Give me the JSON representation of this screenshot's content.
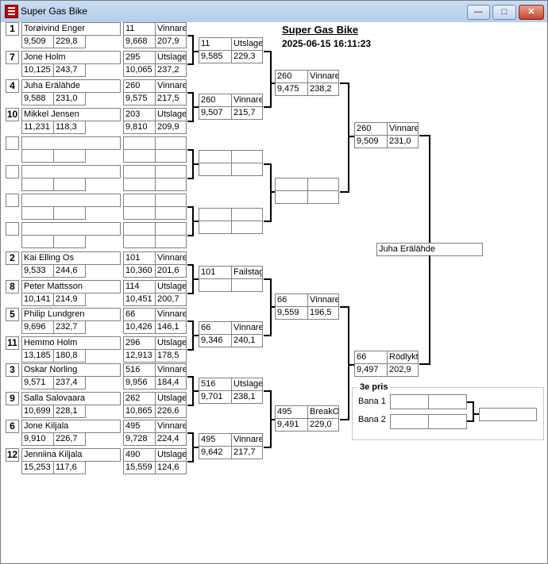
{
  "window": {
    "title": "Super Gas Bike"
  },
  "header": {
    "title": "Super Gas Bike",
    "datetime": "2025-06-15 16:11:23"
  },
  "entries": [
    {
      "seed": "1",
      "name": "Torøivind Enger",
      "t1": "9,509",
      "t2": "229,8"
    },
    {
      "seed": "7",
      "name": "Jone Holm",
      "t1": "10,125",
      "t2": "243,7"
    },
    {
      "seed": "4",
      "name": "Juha Erälähde",
      "t1": "9,588",
      "t2": "231,0"
    },
    {
      "seed": "10",
      "name": "Mikkel Jensen",
      "t1": "11,231",
      "t2": "118,3"
    },
    {
      "seed": "",
      "name": "",
      "t1": "",
      "t2": ""
    },
    {
      "seed": "",
      "name": "",
      "t1": "",
      "t2": ""
    },
    {
      "seed": "",
      "name": "",
      "t1": "",
      "t2": ""
    },
    {
      "seed": "",
      "name": "",
      "t1": "",
      "t2": ""
    },
    {
      "seed": "2",
      "name": "Kai Elling Os",
      "t1": "9,533",
      "t2": "244,6"
    },
    {
      "seed": "8",
      "name": "Peter Mattsson",
      "t1": "10,141",
      "t2": "214,9"
    },
    {
      "seed": "5",
      "name": "Philip Lundgren",
      "t1": "9,696",
      "t2": "232,7"
    },
    {
      "seed": "11",
      "name": "Hemmo Holm",
      "t1": "13,185",
      "t2": "180,8"
    },
    {
      "seed": "3",
      "name": "Oskar Norling",
      "t1": "9,571",
      "t2": "237,4"
    },
    {
      "seed": "9",
      "name": "Salla Salovaara",
      "t1": "10,699",
      "t2": "228,1"
    },
    {
      "seed": "6",
      "name": "Jone Kiljala",
      "t1": "9,910",
      "t2": "226,7"
    },
    {
      "seed": "12",
      "name": "Jenniina Kiljala",
      "t1": "15,253",
      "t2": "117,6"
    }
  ],
  "round1": [
    {
      "number": "11",
      "status": "Vinnare",
      "t1": "9,668",
      "t2": "207,9"
    },
    {
      "number": "295",
      "status": "Utslagen",
      "t1": "10,065",
      "t2": "237,2"
    },
    {
      "number": "260",
      "status": "Vinnare",
      "t1": "9,575",
      "t2": "217,5"
    },
    {
      "number": "203",
      "status": "Utslagen",
      "t1": "9,810",
      "t2": "209,9"
    },
    {
      "number": "",
      "status": "",
      "t1": "",
      "t2": ""
    },
    {
      "number": "",
      "status": "",
      "t1": "",
      "t2": ""
    },
    {
      "number": "",
      "status": "",
      "t1": "",
      "t2": ""
    },
    {
      "number": "",
      "status": "",
      "t1": "",
      "t2": ""
    },
    {
      "number": "101",
      "status": "Vinnare",
      "t1": "10,360",
      "t2": "201,6"
    },
    {
      "number": "114",
      "status": "Utslagen",
      "t1": "10,451",
      "t2": "200,7"
    },
    {
      "number": "66",
      "status": "Vinnare",
      "t1": "10,426",
      "t2": "146,1"
    },
    {
      "number": "296",
      "status": "Utslagen",
      "t1": "12,913",
      "t2": "178,5"
    },
    {
      "number": "516",
      "status": "Vinnare",
      "t1": "9,956",
      "t2": "184,4"
    },
    {
      "number": "262",
      "status": "Utslagen",
      "t1": "10,865",
      "t2": "226,6"
    },
    {
      "number": "495",
      "status": "Vinnare",
      "t1": "9,728",
      "t2": "224,4"
    },
    {
      "number": "490",
      "status": "Utslagen",
      "t1": "15,559",
      "t2": "124,6"
    }
  ],
  "round2": [
    {
      "number": "11",
      "status": "Utslagen",
      "t1": "9,585",
      "t2": "229,3"
    },
    {
      "number": "260",
      "status": "Vinnare",
      "t1": "9,507",
      "t2": "215,7"
    },
    {
      "number": "",
      "status": "",
      "t1": "",
      "t2": ""
    },
    {
      "number": "",
      "status": "",
      "t1": "",
      "t2": ""
    },
    {
      "number": "101",
      "status": "Failstage",
      "t1": "",
      "t2": ""
    },
    {
      "number": "66",
      "status": "Vinnare",
      "t1": "9,346",
      "t2": "240,1"
    },
    {
      "number": "516",
      "status": "Utslagen",
      "t1": "9,701",
      "t2": "238,1"
    },
    {
      "number": "495",
      "status": "Vinnare",
      "t1": "9,642",
      "t2": "217,7"
    }
  ],
  "round3": [
    {
      "number": "260",
      "status": "Vinnare",
      "t1": "9,475",
      "t2": "238,2"
    },
    {
      "number": "",
      "status": "",
      "t1": "",
      "t2": ""
    },
    {
      "number": "66",
      "status": "Vinnare",
      "t1": "9,559",
      "t2": "196,5"
    },
    {
      "number": "495",
      "status": "BreakOut",
      "t1": "9,491",
      "t2": "229,0"
    }
  ],
  "round4": [
    {
      "number": "260",
      "status": "Vinnare",
      "t1": "9,509",
      "t2": "231,0"
    },
    {
      "number": "66",
      "status": "Rödlykta",
      "t1": "9,497",
      "t2": "202,9"
    }
  ],
  "champion": "Juha Erälähde",
  "third_place": {
    "legend": "3e pris",
    "lane1": "Bana 1",
    "lane2": "Bana 2"
  }
}
